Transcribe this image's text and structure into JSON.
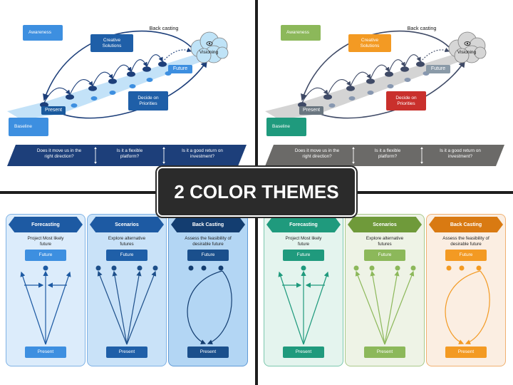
{
  "banner": {
    "text": "2 COLOR THEMES"
  },
  "top": {
    "back_casting": "Back casting",
    "awareness": "Awareness",
    "creative_solutions": "Creative\nSolutions",
    "visioning": "Visioning",
    "future": "Future",
    "present": "Present",
    "decide": "Decide on\nPriorities",
    "baseline": "Baseline",
    "q1": "Does it move us in the\nright direction?",
    "q2": "Is it a flexible\nplatform?",
    "q3": "Is it a good return on\ninvestment?"
  },
  "bottom": {
    "columns": [
      {
        "title": "Forecasting",
        "desc": "Project Most likely\nfuture",
        "future": "Future",
        "present": "Present"
      },
      {
        "title": "Scenarios",
        "desc": "Explore alternative\nfutures",
        "future": "Future",
        "present": "Present"
      },
      {
        "title": "Back Casting",
        "desc": "Assess the feasibility of\ndesirable future",
        "future": "Future",
        "present": "Present"
      }
    ]
  },
  "themes": {
    "blue": {
      "awareness": "#3d8fe0",
      "creative": "#1f5fa8",
      "future_box": "#3d8fe0",
      "present_box": "#1a5a9e",
      "decide": "#1f5fa8",
      "baseline": "#3d8fe0",
      "bar": "#1d3f7a",
      "road": "#bcdff7",
      "dot_dark": "#1d3f7a",
      "dot_light": "#3d8fe0",
      "cloud": "#bfe3f7",
      "columns": [
        {
          "header": "#1d5aa3",
          "fill": "#dcecfb",
          "border": "#7fb2e5",
          "future": "#3d8fe0",
          "present": "#3d8fe0",
          "line": "#1d5aa3"
        },
        {
          "header": "#1d5aa3",
          "fill": "#c9e2f8",
          "border": "#7fb2e5",
          "future": "#1f5fa8",
          "present": "#1f5fa8",
          "line": "#1d4f8a"
        },
        {
          "header": "#133d70",
          "fill": "#b3d6f4",
          "border": "#5f9ad6",
          "future": "#1a4f8c",
          "present": "#1a4f8c",
          "line": "#133d70"
        }
      ]
    },
    "color": {
      "awareness": "#8cb85a",
      "creative": "#f39a23",
      "future_box": "#8a9aa8",
      "present_box": "#6a7680",
      "decide": "#c9302c",
      "baseline": "#1f9a7d",
      "bar": "#6b6a68",
      "road": "#cfcfcf",
      "dot_dark": "#3f4a66",
      "dot_light": "#8797b0",
      "cloud": "#d6d6d6",
      "columns": [
        {
          "header": "#1f9a7d",
          "fill": "#e4f4ee",
          "border": "#7cc8ae",
          "future": "#1f9a7d",
          "present": "#1f9a7d",
          "line": "#1f9a7d"
        },
        {
          "header": "#6f9a3a",
          "fill": "#eef3e6",
          "border": "#a9c98a",
          "future": "#8cb85a",
          "present": "#8cb85a",
          "line": "#8cb85a"
        },
        {
          "header": "#d97a12",
          "fill": "#fbeee2",
          "border": "#f0b070",
          "future": "#f39a23",
          "present": "#f39a23",
          "line": "#f39a23"
        }
      ]
    }
  }
}
